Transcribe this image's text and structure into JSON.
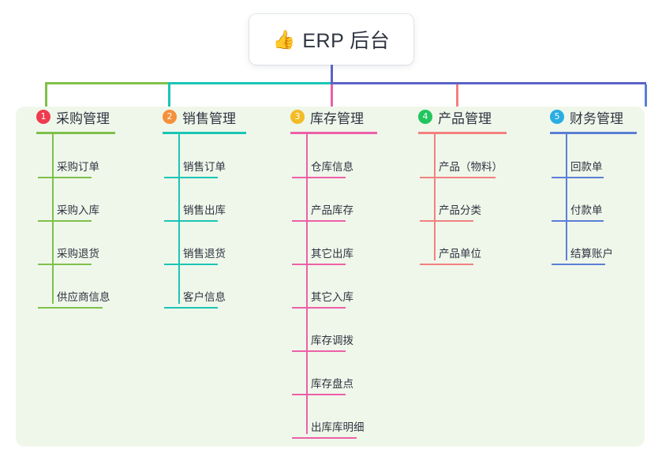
{
  "title": {
    "icon": "thumbs-up-icon",
    "emoji": "👍",
    "text": "ERP 后台"
  },
  "colors": {
    "panel_bg": "#eff7eb",
    "page_bg": "#ffffff",
    "title_text": "#2f3440",
    "trunk": "#5a63c6",
    "column_accents": [
      "#7fc04a",
      "#1bc5b4",
      "#ee5fa7",
      "#f2817f",
      "#5b7fd4"
    ],
    "badge_colors": [
      "#ef3b4e",
      "#f5903b",
      "#f3bc25",
      "#22c55e",
      "#29ade4"
    ]
  },
  "diagram": {
    "type": "org-chart",
    "root": "ERP 后台",
    "columns": [
      {
        "index": "1",
        "title": "采购管理",
        "accent": "#7fc04a",
        "badge_color": "#ef3b4e",
        "items": [
          "采购订单",
          "采购入库",
          "采购退货",
          "供应商信息"
        ]
      },
      {
        "index": "2",
        "title": "销售管理",
        "accent": "#1bc5b4",
        "badge_color": "#f5903b",
        "items": [
          "销售订单",
          "销售出库",
          "销售退货",
          "客户信息"
        ]
      },
      {
        "index": "3",
        "title": "库存管理",
        "accent": "#ee5fa7",
        "badge_color": "#f3bc25",
        "items": [
          "仓库信息",
          "产品库存",
          "其它出库",
          "其它入库",
          "库存调拨",
          "库存盘点",
          "出库库明细"
        ]
      },
      {
        "index": "4",
        "title": "产品管理",
        "accent": "#f2817f",
        "badge_color": "#22c55e",
        "items": [
          "产品（物料）",
          "产品分类",
          "产品单位"
        ]
      },
      {
        "index": "5",
        "title": "财务管理",
        "accent": "#5b7fd4",
        "badge_color": "#29ade4",
        "items": [
          "回款单",
          "付款单",
          "结算账户"
        ]
      }
    ]
  }
}
